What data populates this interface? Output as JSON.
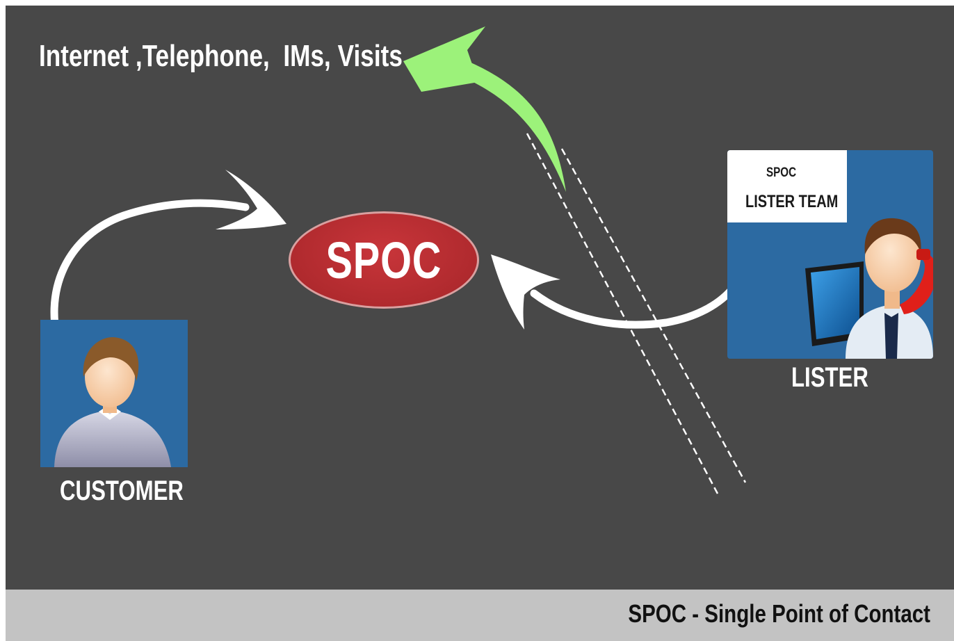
{
  "channels_text": "Internet ,Telephone,  IMs, Visits",
  "hub": {
    "label": "SPOC",
    "color": "#b02a2e"
  },
  "customer": {
    "label": "CUSTOMER"
  },
  "lister": {
    "label": "LISTER",
    "panel_line1": "SPOC",
    "panel_line2": "LISTER TEAM"
  },
  "footer": {
    "text": "SPOC - Single Point of Contact"
  },
  "colors": {
    "background": "#484848",
    "footer": "#c3c3c3",
    "card": "#2c6aa2",
    "arrow_white": "#ffffff",
    "arrow_green": "#9cf27a",
    "phone": "#e0201a"
  },
  "icons": [
    "customer-avatar-icon",
    "lister-avatar-icon",
    "laptop-icon",
    "telephone-icon",
    "curved-arrow-icon"
  ]
}
